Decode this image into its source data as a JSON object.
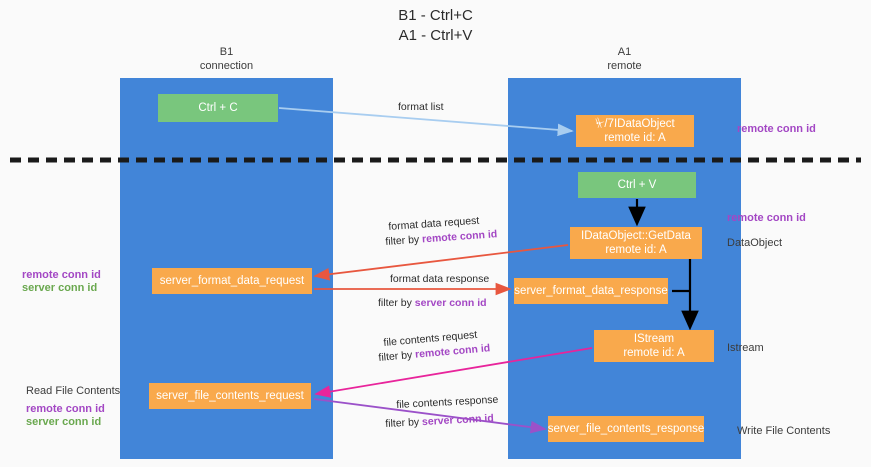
{
  "title": "B1 - Ctrl+C\nA1 - Ctrl+V",
  "lanes": [
    {
      "name": "b1",
      "header": "B1\nconnection",
      "color": "#4285d8"
    },
    {
      "name": "a1",
      "header": "A1\nremote",
      "color": "#4285d8"
    }
  ],
  "nodes": {
    "ctrl_c": {
      "label": "Ctrl + C",
      "color": "#79c67d"
    },
    "dataobject": {
      "label": "⏧/7IDataObject",
      "sub": "remote id: A",
      "color": "#f9a94c"
    },
    "ctrl_v": {
      "label": "Ctrl + V",
      "color": "#79c67d"
    },
    "getdata": {
      "label": "IDataObject::GetData",
      "sub": "remote id: A",
      "color": "#f9a94c"
    },
    "server_format_data_request": {
      "label": "server_format_data_request",
      "color": "#f9a94c"
    },
    "server_format_data_response": {
      "label": "server_format_data_response",
      "color": "#f9a94c"
    },
    "istream": {
      "label": "IStream",
      "sub": "remote id: A",
      "color": "#f9a94c"
    },
    "server_file_contents_request": {
      "label": "server_file_contents_request",
      "color": "#f9a94c"
    },
    "server_file_contents_response": {
      "label": "server_file_contents_response",
      "color": "#f9a94c"
    }
  },
  "side_labels": {
    "remote_conn_id_top": "remote conn id",
    "remote_conn_id_mid": "remote conn id",
    "dataobject": "DataObject",
    "istream": "Istream",
    "write_file_contents": "Write File Contents",
    "read_file_contents": "Read File Contents",
    "left_remote_conn_id_1": "remote conn id",
    "left_server_conn_id_1": "server conn id",
    "left_remote_conn_id_2": "remote conn id",
    "left_server_conn_id_2": "server conn id"
  },
  "arrow_labels": {
    "format_list": "format list",
    "format_data_request": "format data request",
    "format_data_request_filter_prefix": "filter by ",
    "format_data_request_filter_key": "remote conn id",
    "format_data_response": "format data response",
    "format_data_response_filter_prefix": "filter by ",
    "format_data_response_filter_key": "server conn id",
    "file_contents_request": "file contents request",
    "file_contents_request_filter_prefix": "filter by ",
    "file_contents_request_filter_key": "remote conn id",
    "file_contents_response": "file contents response",
    "file_contents_response_filter_prefix": "filter by ",
    "file_contents_response_filter_key": "server conn id"
  },
  "colors": {
    "lane": "#4285d8",
    "node_orange": "#f9a94c",
    "node_green": "#79c67d",
    "accent_purple": "#a347c4",
    "accent_green": "#6aa84f",
    "arrow_lightblue": "#a8cdf0",
    "arrow_red": "#e8573f",
    "arrow_magenta": "#e8249b",
    "arrow_violet": "#9b51c9",
    "arrow_black": "#000000",
    "divider": "#1a1a1a"
  }
}
